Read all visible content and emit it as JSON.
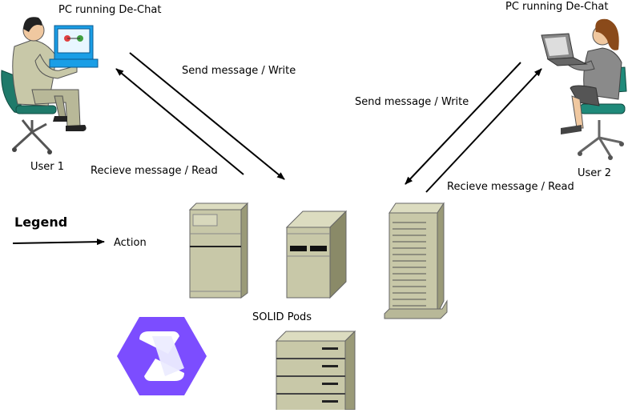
{
  "labels": {
    "pc_left": "PC running De-Chat",
    "pc_right": "PC running De-Chat",
    "user1": "User 1",
    "user2": "User 2",
    "send_left": "Send message / Write",
    "recv_left": "Recieve message / Read",
    "send_right": "Send message / Write",
    "recv_right": "Recieve message / Read",
    "pods": "SOLID Pods"
  },
  "legend": {
    "title": "Legend",
    "action": "Action"
  },
  "icons": {
    "user1": "man-at-computer-icon",
    "user2": "woman-at-laptop-icon",
    "servers": [
      "tower-server-icon",
      "desktop-server-icon",
      "rack-server-icon",
      "storage-server-icon"
    ],
    "logo": "solid-logo-icon"
  },
  "colors": {
    "server_face": "#c8c8a8",
    "server_top": "#dcdcc0",
    "server_side": "#9a9a78",
    "solid_logo": "#7c4dff"
  }
}
